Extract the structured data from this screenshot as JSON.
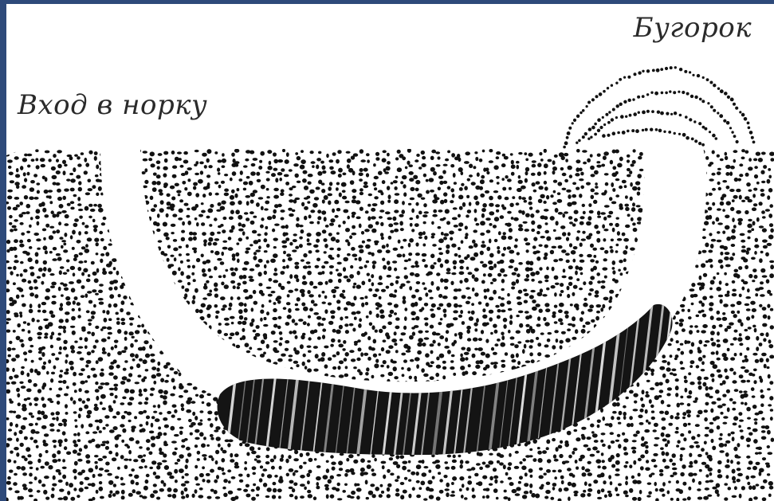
{
  "labels": {
    "burrow_entrance": "Вход в норку",
    "casting_mound": "Бугорок"
  },
  "colors": {
    "frame_border": "#2e4a7a",
    "background": "#ffffff",
    "soil_dots": "#111111",
    "worm_body": "#1a1a1a"
  },
  "elements": {
    "soil": "dotted-soil-texture",
    "tunnel": "earthworm-burrow-tunnel",
    "worm": "earthworm",
    "mound": "casting-mound-outline"
  }
}
